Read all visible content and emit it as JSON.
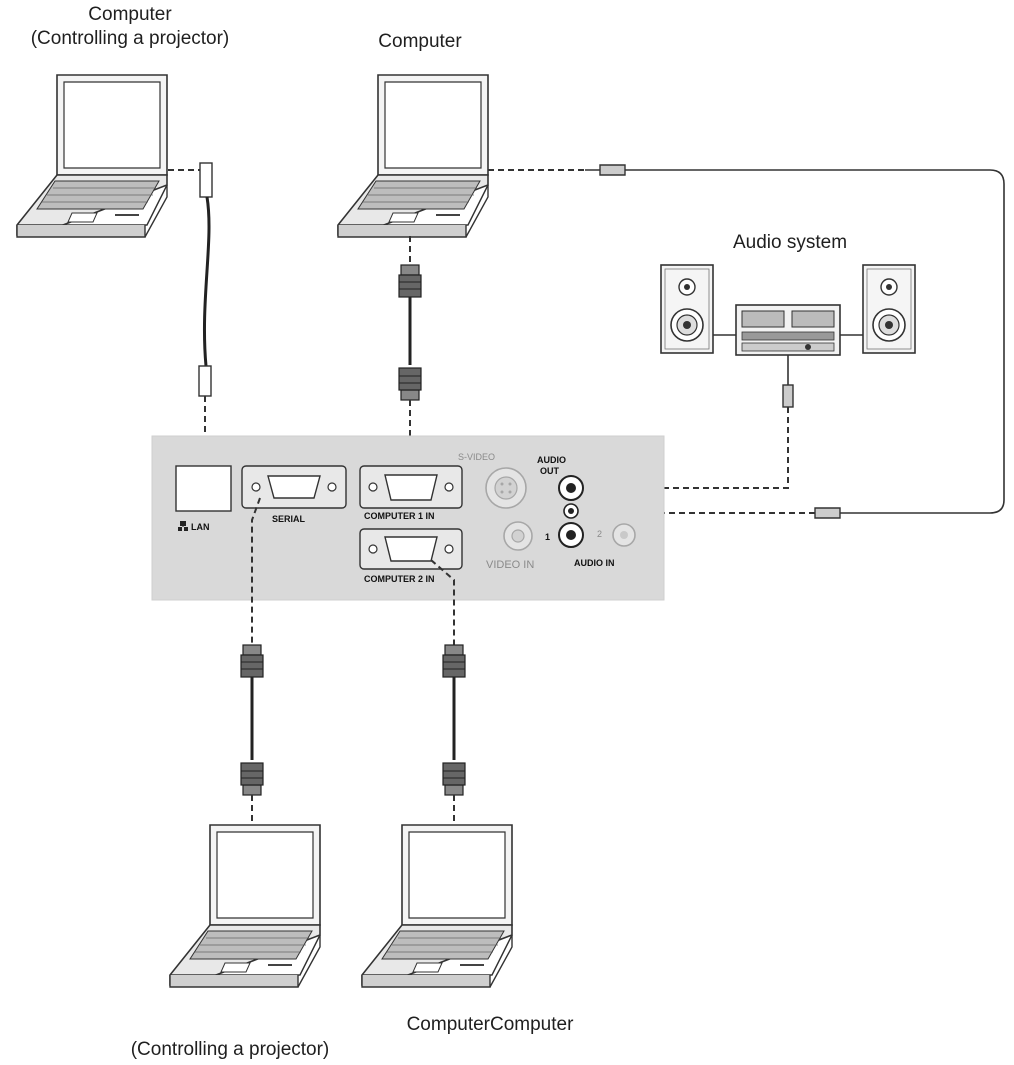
{
  "labels": {
    "computer_top_left_line1": "Computer",
    "computer_top_left_line2": "(Controlling a projector)",
    "computer_top_center": "Computer",
    "audio_system": "Audio system",
    "bottom_right": "ComputerComputer",
    "bottom_left": "(Controlling a projector)"
  },
  "panel": {
    "lan": "LAN",
    "serial": "SERIAL",
    "computer1_in": "COMPUTER 1 IN",
    "computer2_in": "COMPUTER 2 IN",
    "s_video": "S-VIDEO",
    "video_in": "VIDEO IN",
    "audio_out_line1": "AUDIO",
    "audio_out_line2": "OUT",
    "audio_in": "AUDIO IN",
    "audio_in_1": "1",
    "audio_in_2": "2"
  },
  "colors": {
    "panel_fill": "#d9d9d9",
    "line": "#333333",
    "greyed_text": "#8a8a8a"
  }
}
